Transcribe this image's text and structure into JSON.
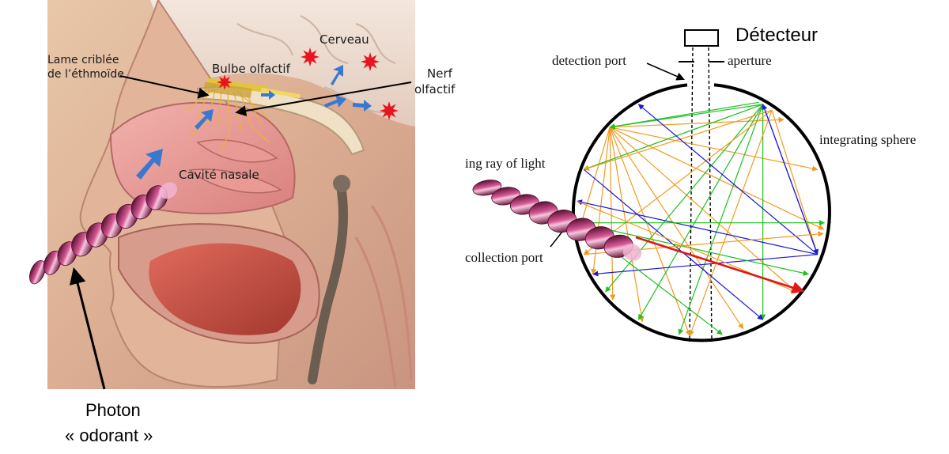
{
  "anatomy": {
    "labels": {
      "cerveau": "Cerveau",
      "lame_line1": "Lame criblée",
      "lame_line2": "de l’éthmoïde",
      "bulbe": "Bulbe olfactif",
      "nerf_line1": "Nerf",
      "nerf_line2": "olfactif",
      "cavite": "Cavité nasale"
    },
    "photon_line1": "Photon",
    "photon_line2": "« odorant »"
  },
  "sphere": {
    "detecteur": "Détecteur",
    "detection_port": "detection port",
    "aperture": "aperture",
    "integrating_sphere": "integrating sphere",
    "ray_of_light": "ing ray of light",
    "collection_port": "collection port"
  },
  "colors": {
    "orange_ray": "#f39a1e",
    "green_ray": "#1fbf1f",
    "blue_ray": "#1a1ad6",
    "red_ray": "#e01818",
    "photon_pink": "#b0306e",
    "blue_arrow": "#3a78d0",
    "star_red": "#e8141e"
  }
}
